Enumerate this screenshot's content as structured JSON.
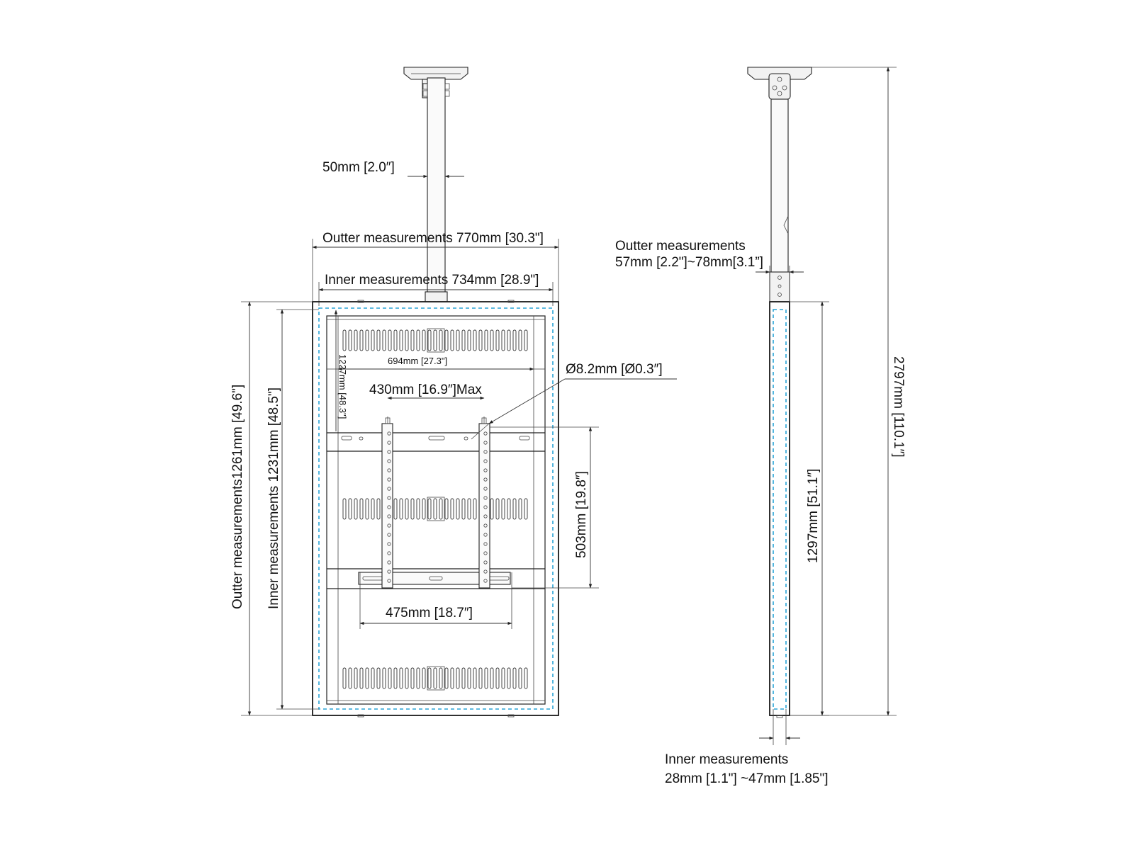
{
  "labels": {
    "pole_width": "50mm [2.0″]",
    "outer_width": "Outter measurements 770mm [30.3\"]",
    "inner_width": "Inner measurements 734mm [28.9\"]",
    "vesa_width": "694mm [27.3\"]",
    "vesa_height": "1227mm [48.3\"]",
    "bracket_max": "430mm [16.9″]Max",
    "hole_dia": "Ø8.2mm [Ø0.3″]",
    "rail_height": "503mm [19.8″]",
    "rail_width": "475mm [18.7″]",
    "outer_height": "Outter measurements1261mm [49.6\"]",
    "inner_height": "Inner measurements 1231mm [48.5\"]",
    "side_outer_line1": "Outter measurements",
    "side_outer_line2": "57mm [2.2\"]~78mm[3.1”]",
    "side_inner_line1": "Inner measurements",
    "side_inner_line2": "28mm [1.1\"] ~47mm [1.85\"]",
    "side_depth_height": "1297mm [51.1″]",
    "total_height": "2797mm [110.1″]"
  },
  "colors": {
    "line": "#222222",
    "dashed_outline": "#29a3d6"
  }
}
